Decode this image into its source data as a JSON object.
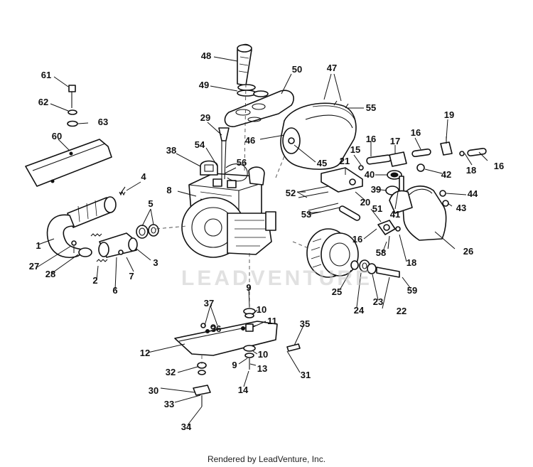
{
  "diagram": {
    "callouts": [
      {
        "id": "c61",
        "label": "61"
      },
      {
        "id": "c62",
        "label": "62"
      },
      {
        "id": "c63",
        "label": "63"
      },
      {
        "id": "c60",
        "label": "60"
      },
      {
        "id": "c48",
        "label": "48"
      },
      {
        "id": "c49",
        "label": "49"
      },
      {
        "id": "c50",
        "label": "50"
      },
      {
        "id": "c47",
        "label": "47"
      },
      {
        "id": "c55",
        "label": "55"
      },
      {
        "id": "c29",
        "label": "29"
      },
      {
        "id": "c46",
        "label": "46"
      },
      {
        "id": "c45",
        "label": "45"
      },
      {
        "id": "c38",
        "label": "38"
      },
      {
        "id": "c54",
        "label": "54"
      },
      {
        "id": "c56",
        "label": "56"
      },
      {
        "id": "c19",
        "label": "19"
      },
      {
        "id": "c16a",
        "label": "16"
      },
      {
        "id": "c17",
        "label": "17"
      },
      {
        "id": "c16b",
        "label": "16"
      },
      {
        "id": "c15",
        "label": "15"
      },
      {
        "id": "c18a",
        "label": "18"
      },
      {
        "id": "c16c",
        "label": "16"
      },
      {
        "id": "c21",
        "label": "21"
      },
      {
        "id": "c40",
        "label": "40"
      },
      {
        "id": "c42",
        "label": "42"
      },
      {
        "id": "c8",
        "label": "8"
      },
      {
        "id": "c4",
        "label": "4"
      },
      {
        "id": "c52",
        "label": "52"
      },
      {
        "id": "c39",
        "label": "39"
      },
      {
        "id": "c44",
        "label": "44"
      },
      {
        "id": "c41",
        "label": "41"
      },
      {
        "id": "c20",
        "label": "20"
      },
      {
        "id": "c43",
        "label": "43"
      },
      {
        "id": "c53",
        "label": "53"
      },
      {
        "id": "c51",
        "label": "51"
      },
      {
        "id": "c5",
        "label": "5"
      },
      {
        "id": "c1",
        "label": "1"
      },
      {
        "id": "c16d",
        "label": "16"
      },
      {
        "id": "c26",
        "label": "26"
      },
      {
        "id": "c58",
        "label": "58"
      },
      {
        "id": "c18b",
        "label": "18"
      },
      {
        "id": "c27",
        "label": "27"
      },
      {
        "id": "c28",
        "label": "28"
      },
      {
        "id": "c3",
        "label": "3"
      },
      {
        "id": "c7",
        "label": "7"
      },
      {
        "id": "c2",
        "label": "2"
      },
      {
        "id": "c6",
        "label": "6"
      },
      {
        "id": "c25",
        "label": "25"
      },
      {
        "id": "c59",
        "label": "59"
      },
      {
        "id": "c24",
        "label": "24"
      },
      {
        "id": "c23",
        "label": "23"
      },
      {
        "id": "c22",
        "label": "22"
      },
      {
        "id": "c9a",
        "label": "9"
      },
      {
        "id": "c37",
        "label": "37"
      },
      {
        "id": "c10a",
        "label": "10"
      },
      {
        "id": "c36",
        "label": "36"
      },
      {
        "id": "c11",
        "label": "11"
      },
      {
        "id": "c35",
        "label": "35"
      },
      {
        "id": "c12",
        "label": "12"
      },
      {
        "id": "c10b",
        "label": "10"
      },
      {
        "id": "c9b",
        "label": "9"
      },
      {
        "id": "c13",
        "label": "13"
      },
      {
        "id": "c31",
        "label": "31"
      },
      {
        "id": "c32",
        "label": "32"
      },
      {
        "id": "c14",
        "label": "14"
      },
      {
        "id": "c30",
        "label": "30"
      },
      {
        "id": "c33",
        "label": "33"
      },
      {
        "id": "c34",
        "label": "34"
      }
    ]
  },
  "watermark": "LEADVENTURE",
  "footer": "Rendered by LeadVenture, Inc."
}
